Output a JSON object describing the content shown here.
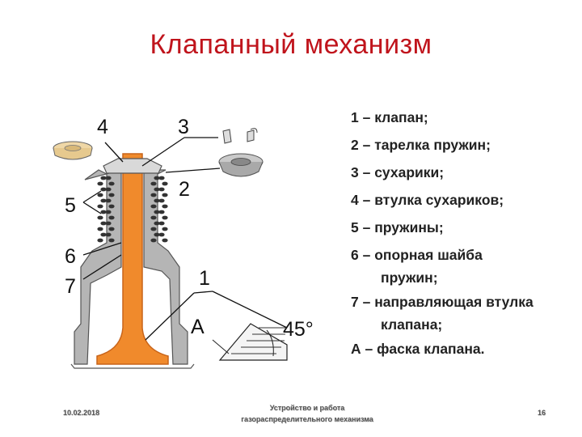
{
  "title": "Клапанный  механизм",
  "diagram": {
    "labels": {
      "n1": "1",
      "n2": "2",
      "n3": "3",
      "n4": "4",
      "n5": "5",
      "n6": "6",
      "n7": "7",
      "a": "А",
      "angle": "45°"
    },
    "colors": {
      "valve": "#f08a2c",
      "valve_outline": "#c8641a",
      "head": "#9a9a9a",
      "head_outline": "#555555",
      "spring": "#333333",
      "cap": "#efd7a6"
    }
  },
  "legend": [
    {
      "text": "1 – клапан;",
      "cont": ""
    },
    {
      "text": "2 – тарелка пружин;",
      "cont": ""
    },
    {
      "text": "3 – сухарики;",
      "cont": ""
    },
    {
      "text": "4 – втулка сухариков;",
      "cont": ""
    },
    {
      "text": "5 – пружины;",
      "cont": ""
    },
    {
      "text": "6 – опорная шайба",
      "cont": "пружин;"
    },
    {
      "text": "7 – направляющая втулка",
      "cont": "клапана;"
    },
    {
      "text": "А – фаска клапана.",
      "cont": ""
    }
  ],
  "footer": {
    "date": "10.02.2018",
    "line1": "Устройство и работа",
    "line2": "газораспределительного механизма",
    "page": "16"
  }
}
